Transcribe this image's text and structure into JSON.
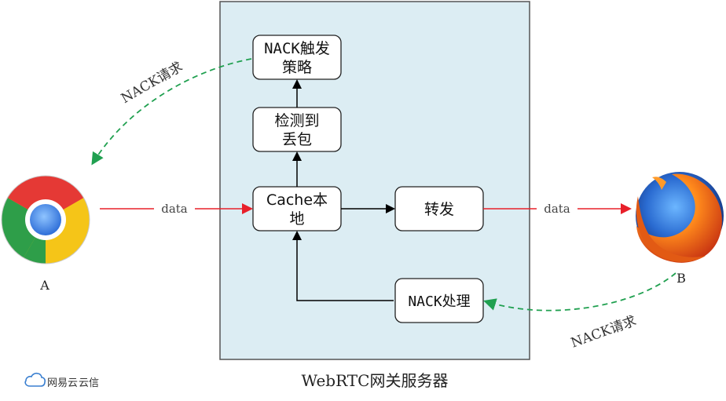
{
  "diagram": {
    "server_label": "WebRTC网关服务器",
    "nodes": {
      "nack_strategy": {
        "line1": "NACK触发",
        "line2": "策略"
      },
      "detect_loss": {
        "line1": "检测到",
        "line2": "丢包"
      },
      "cache": {
        "line1": "Cache本",
        "line2": "地"
      },
      "forward": {
        "text": "转发"
      },
      "nack_process": {
        "text": "NACK处理"
      }
    },
    "clients": {
      "a": {
        "label": "A",
        "icon": "chrome-icon"
      },
      "b": {
        "label": "B",
        "icon": "firefox-icon"
      }
    },
    "edges": {
      "data_in": "data",
      "data_out": "data",
      "nack_request_a": "NACK请求",
      "nack_request_b": "NACK请求"
    },
    "watermark": {
      "brand": "网易云",
      "product": "云信"
    },
    "colors": {
      "server_fill": "#dcedf3",
      "data_arrow": "#e8202a",
      "nack_arrow": "#20a050",
      "flow_arrow": "#000000"
    }
  }
}
